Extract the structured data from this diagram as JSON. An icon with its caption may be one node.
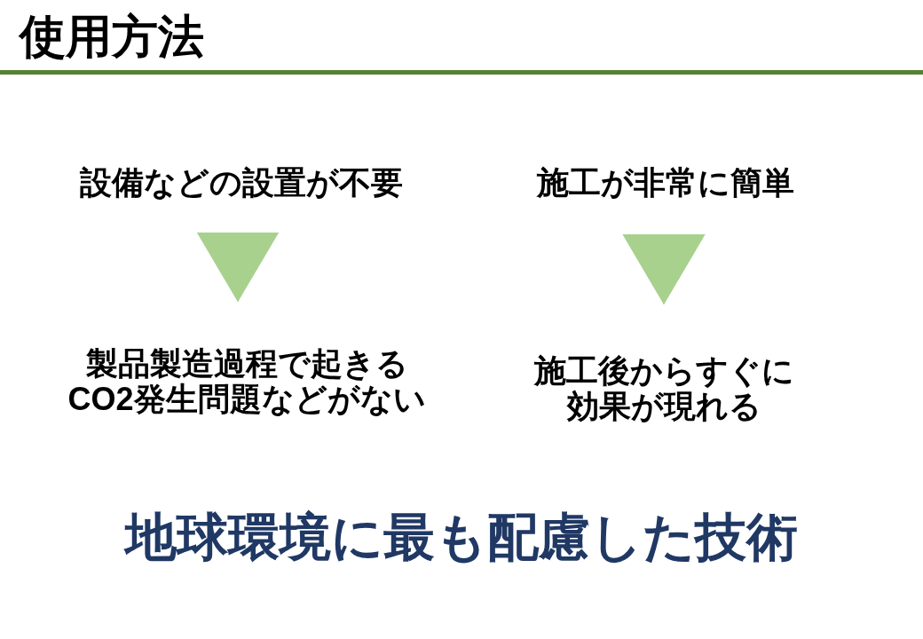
{
  "diagram": {
    "title": "使用方法",
    "nodes": [
      {
        "text": [
          "設備などの設置が不要"
        ]
      },
      {
        "text": [
          "製品製造過程で起きるCO2発生問題などがない"
        ]
      },
      {
        "text": [
          "施工が非常に簡単"
        ]
      },
      {
        "text": [
          "施工後からすぐに効果が現れる"
        ]
      }
    ],
    "edges": [
      {
        "from": 0,
        "to": 1,
        "arrow": "to"
      },
      {
        "from": 2,
        "to": 3,
        "arrow": "to"
      }
    ],
    "labels": [
      "地球環境に最も配慮した技術"
    ]
  }
}
